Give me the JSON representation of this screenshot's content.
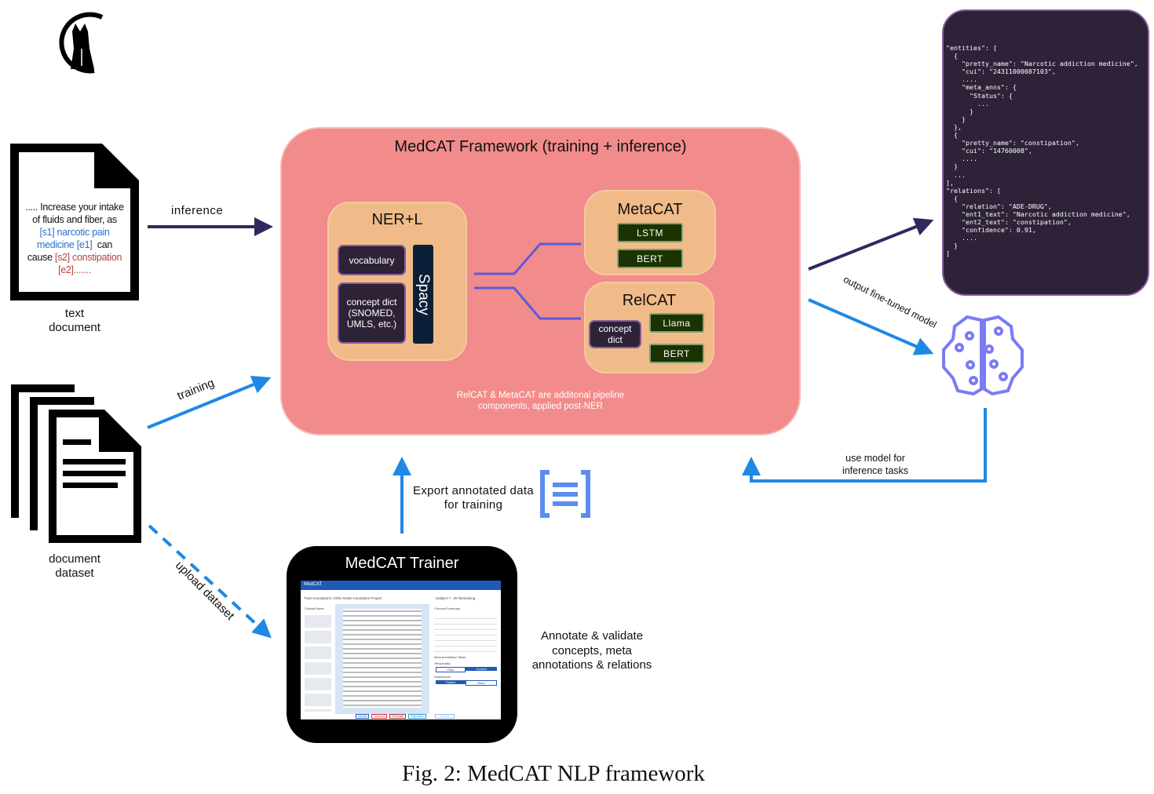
{
  "framework": {
    "title": "MedCAT Framework (training + inference)",
    "footnote_line1": "RelCAT & MetaCAT are additonal pipeline",
    "footnote_line2": "components, applied post-NER",
    "nerl": {
      "title": "NER+L",
      "vocabulary": "vocabulary",
      "concept_dict_1": "concept dict",
      "concept_dict_2": "(SNOMED,",
      "concept_dict_3": "UMLS, etc.)",
      "spacy": "Spacy"
    },
    "metacat": {
      "title": "MetaCAT",
      "models": [
        "LSTM",
        "BERT"
      ]
    },
    "relcat": {
      "title": "RelCAT",
      "concept_dict_1": "concept",
      "concept_dict_2": "dict",
      "models": [
        "Llama",
        "BERT"
      ]
    }
  },
  "text_document": {
    "line1": "..... Increase your intake",
    "line2": "of fluids and fiber, as",
    "line3": "[s1] narcotic pain",
    "line4": "medicine [e1]",
    "line4b": "can",
    "line5a": "cause",
    "line5b": "[s2] constipation",
    "line6": "[e2].......",
    "label1": "text",
    "label2": "document"
  },
  "document_dataset": {
    "label1": "document",
    "label2": "dataset"
  },
  "arrows": {
    "inference": "inference",
    "training": "training",
    "upload": "upload dataset",
    "output_model": "output fine-tuned model",
    "use_model_1": "use model for",
    "use_model_2": "inference tasks",
    "export_1": "Export annotated data",
    "export_2": "for training"
  },
  "json_output": "\"entities\": [\n  {\n    \"pretty_name\": \"Narcotic addiction medicine\",\n    \"cui\": \"24311000087103\",\n    ....\n    \"meta_anns\": {\n      \"Status\": {\n        ...\n      }\n    }\n  },\n  {\n    \"pretty_name\": \"constipation\",\n    \"cui\": \"14760008\",\n    ....\n  }\n  ...\n],\n\"relations\": [\n  {\n    \"relation\": \"ADE-DRUG\",\n    \"ent1_text\": \"Narcotic addiction medicine\",\n    \"ent2_text\": \"constipation\",\n    \"confidence\": 0.91,\n    ....\n  }\n]",
  "trainer": {
    "title": "MedCAT Trainer",
    "app": "MedCAT",
    "heading": "Train Annotations: Ortho Notes Annotation Project",
    "progress": "Subject 7 : 20 Remaining",
    "clinical_notes": "Clinical Notes",
    "concept_summary": "Concept Summary",
    "meta_tasks": "Meta Annotation Tasks",
    "temporality": "Temporality",
    "past": "Past",
    "current": "Current",
    "experiencer": "Experiencer",
    "patient": "Patient",
    "other": "Other",
    "buttons": [
      "Correct",
      "Incorrect",
      "Terminate",
      "Alternative",
      "Submit"
    ]
  },
  "annotate": {
    "line1": "Annotate & validate",
    "line2": "concepts, meta",
    "line3": "annotations & relations"
  },
  "caption": "Fig. 2: MedCAT NLP framework",
  "colors": {
    "framework": "#f28b8b",
    "component": "#f0bb88",
    "dark_box": "#2e2238",
    "model_box": "#1b3300",
    "arrow_blue": "#1e88e5",
    "arrow_navy": "#2e2a5e",
    "brain": "#7b7bf5"
  },
  "icons": [
    "medcat-cat-logo",
    "document-icon",
    "document-stack-icon",
    "brain-circuit-icon",
    "json-bracket-icon"
  ]
}
